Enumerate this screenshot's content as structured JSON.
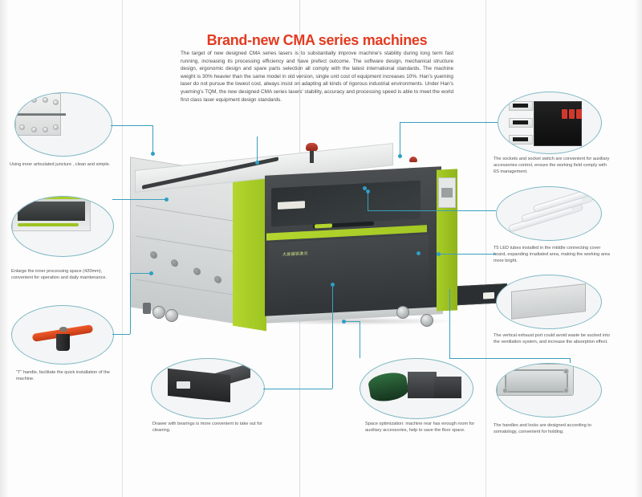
{
  "header": {
    "title": "Brand-new CMA series machines",
    "title_color": "#e23b20",
    "body": "The target of new designed CMA series lasers is to substantially improve machine's stability during long term fast running, increasing its processing efficiency and have prefect outcome. The software design, mechanical structure design, ergonomic design and spare parts selection all comply with the latest international standards. The machine weight is 30% heavier than the same model in old version, single unit cost of equipment increases 10%. Han's yueming laser do not pursue the lowest cost, always insist on adapting all kinds of rigorous industrial environments. Under Han's yueming's TQM, the new designed CMA series lasers' stability, accuracy and processing speed is able to meet the world first class laser equipment design standards."
  },
  "machine": {
    "brand_label": "大族越铭激光",
    "body_color": "#3c4042",
    "accent_color": "#b4d62e",
    "side_color": "#dadddd"
  },
  "callouts": {
    "hinge": {
      "name": "hinge-detail",
      "caption": "Using inner articulated juncture , clean and simple."
    },
    "inner_space": {
      "name": "inner-processing-space-detail",
      "caption": "Enlarge the inner processing space (420mm), convenient for operation and daily maintenance."
    },
    "t_handle": {
      "name": "t-handle-detail",
      "caption": "\"T\" handle, facilitate the quick installation of the machine."
    },
    "sockets": {
      "name": "sockets-detail",
      "caption": "The sockets and socket switch are convenient for auxiliary accessories control, ensure the working field comply with 6S management."
    },
    "led_tubes": {
      "name": "led-tubes-detail",
      "caption": "T5 LED tubes installed in the middle connecting cover board, expanding irradiated area, making the working area more bright."
    },
    "exhaust": {
      "name": "exhaust-port-detail",
      "caption": "The vertical exhaust port could avoid waste be sucked into the ventilation system, and increase the absorption effect."
    },
    "handles_locks": {
      "name": "handles-locks-detail",
      "caption": "The handles and locks are designed according to somatology, convenient for holding."
    },
    "drawer": {
      "name": "drawer-detail",
      "caption": "Drawer with bearings is more convenient to take out for cleaning."
    },
    "rear_space": {
      "name": "rear-space-detail",
      "caption": "Space optimization: machine rear has enough room for auxiliary accessories, help to save the floor space."
    }
  }
}
